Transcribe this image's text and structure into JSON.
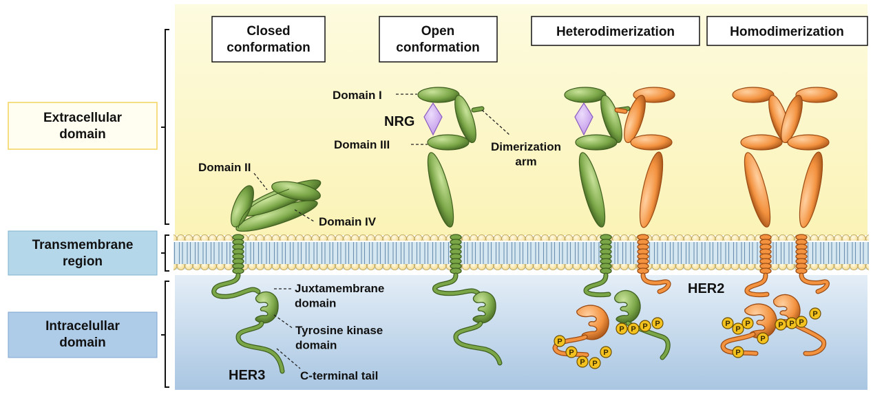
{
  "colors": {
    "extracellular_bg_top": "#fdfbe0",
    "extracellular_bg_bottom": "#fbf3b6",
    "intracellular_bg_top": "#e4eef7",
    "intracellular_bg_bottom": "#a9c6e2",
    "her3_green": "#7aa647",
    "her3_green_dark": "#3e5e1f",
    "her2_orange": "#f3923f",
    "her2_orange_dark": "#9a4a12",
    "nrg_purple": "#b98ae6",
    "phospho_yellow": "#f4c21e",
    "extracellular_box_border": "#f2d35a",
    "transmembrane_box_fill": "#b5d7ea",
    "intracellular_box_fill": "#aecbe8"
  },
  "regions": {
    "extracellular": "Extracellular\ndomain",
    "transmembrane": "Transmembrane\nregion",
    "intracellular": "Intracelullar\ndomain"
  },
  "headers": {
    "closed": "Closed\nconformation",
    "open": "Open\nconformation",
    "hetero": "Heterodimerization",
    "homo": "Homodimerization"
  },
  "labels": {
    "domain_i": "Domain I",
    "domain_ii": "Domain II",
    "domain_iii": "Domain III",
    "domain_iv": "Domain IV",
    "nrg": "NRG",
    "dimerization_arm": "Dimerization\narm",
    "juxtamembrane": "Juxtamembrane\ndomain",
    "tyrosine_kinase": "Tyrosine kinase\ndomain",
    "c_terminal": "C-terminal tail",
    "her3": "HER3",
    "her2": "HER2",
    "phospho": "P"
  }
}
